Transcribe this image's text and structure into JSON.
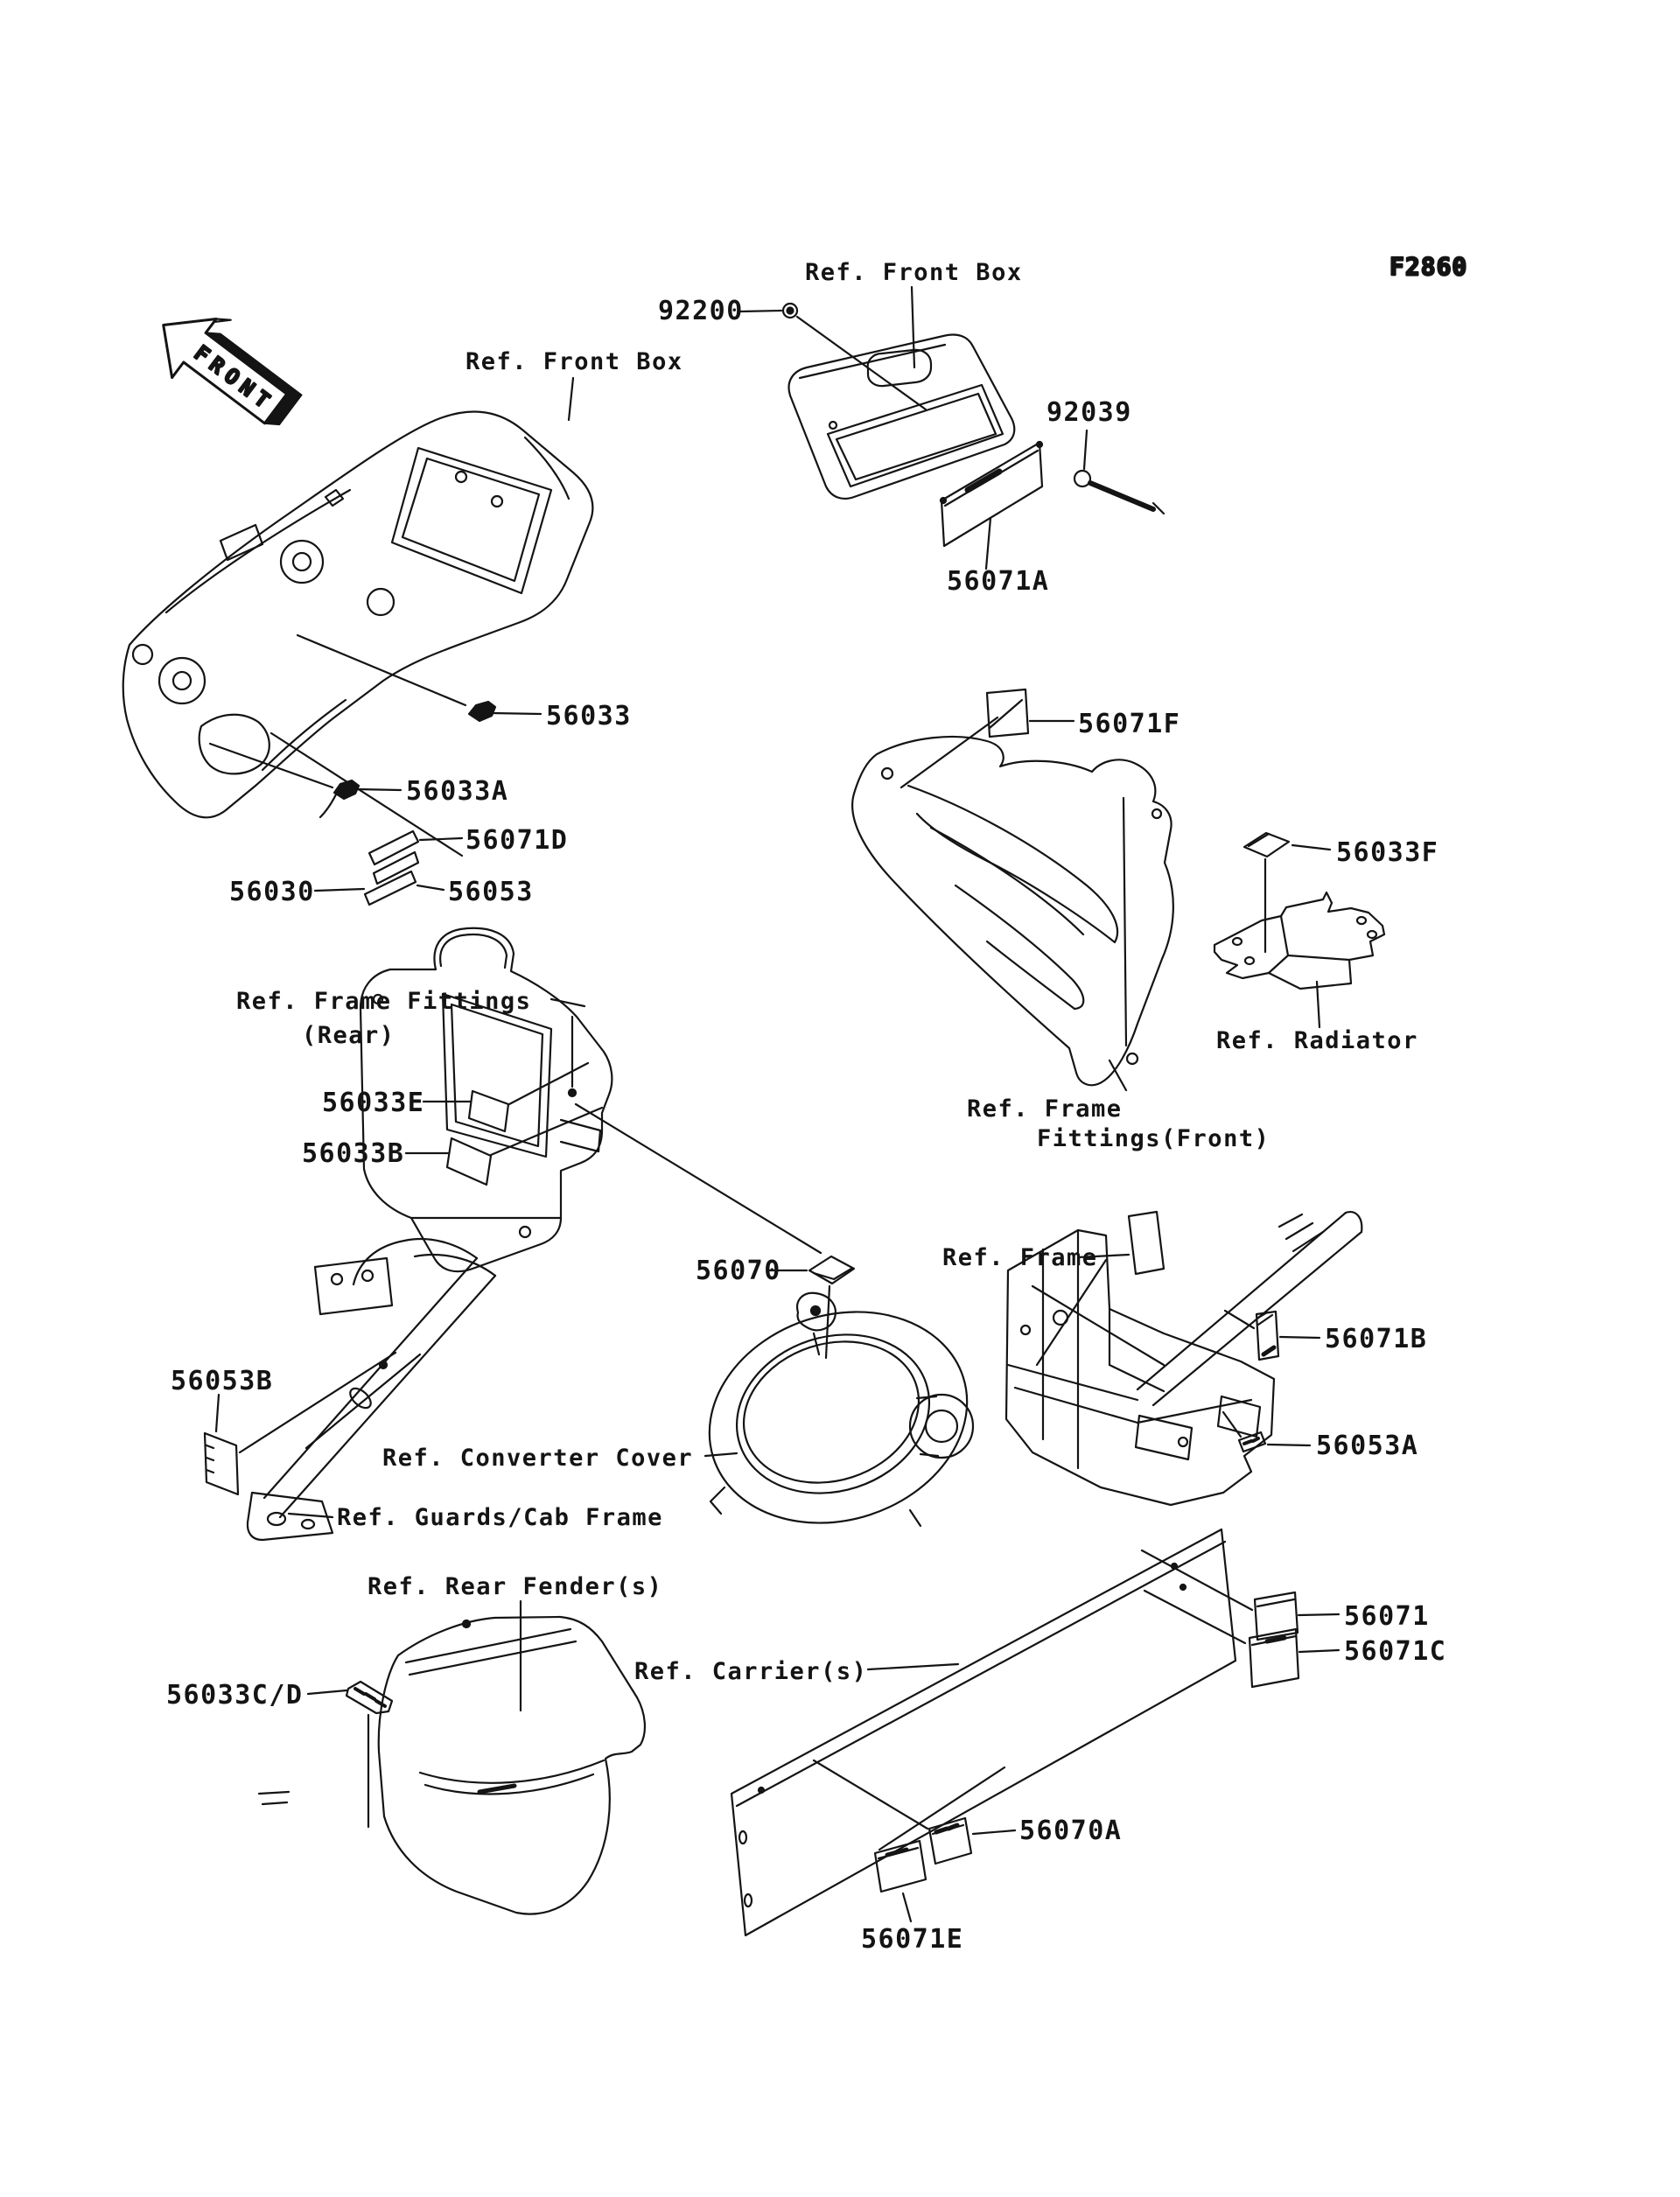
{
  "diagram": {
    "figure_code": "F2860",
    "front_indicator": "FRONT",
    "part_labels": {
      "p92200": "92200",
      "p92039": "92039",
      "p56071A": "56071A",
      "p56033": "56033",
      "p56033A": "56033A",
      "p56071D": "56071D",
      "p56030": "56030",
      "p56053": "56053",
      "p56071F": "56071F",
      "p56033F": "56033F",
      "p56033E": "56033E",
      "p56033B": "56033B",
      "p56070": "56070",
      "p56071B": "56071B",
      "p56053B": "56053B",
      "p56053A": "56053A",
      "p56071": "56071",
      "p56071C": "56071C",
      "p56033CD": "56033C/D",
      "p56070A": "56070A",
      "p56071E": "56071E"
    },
    "ref_labels": {
      "front_box_top": "Ref. Front Box",
      "front_box_left": "Ref. Front Box",
      "frame_fittings_rear_1": "Ref. Frame Fittings",
      "frame_fittings_rear_2": "(Rear)",
      "radiator": "Ref. Radiator",
      "frame_fittings_front_1": "Ref. Frame",
      "frame_fittings_front_2": "Fittings(Front)",
      "frame": "Ref. Frame",
      "converter_cover": "Ref. Converter Cover",
      "guards_cab_frame": "Ref. Guards/Cab Frame",
      "rear_fender": "Ref. Rear Fender(s)",
      "carrier": "Ref. Carrier(s)"
    },
    "colors": {
      "line": "#141414",
      "background": "#ffffff"
    }
  }
}
